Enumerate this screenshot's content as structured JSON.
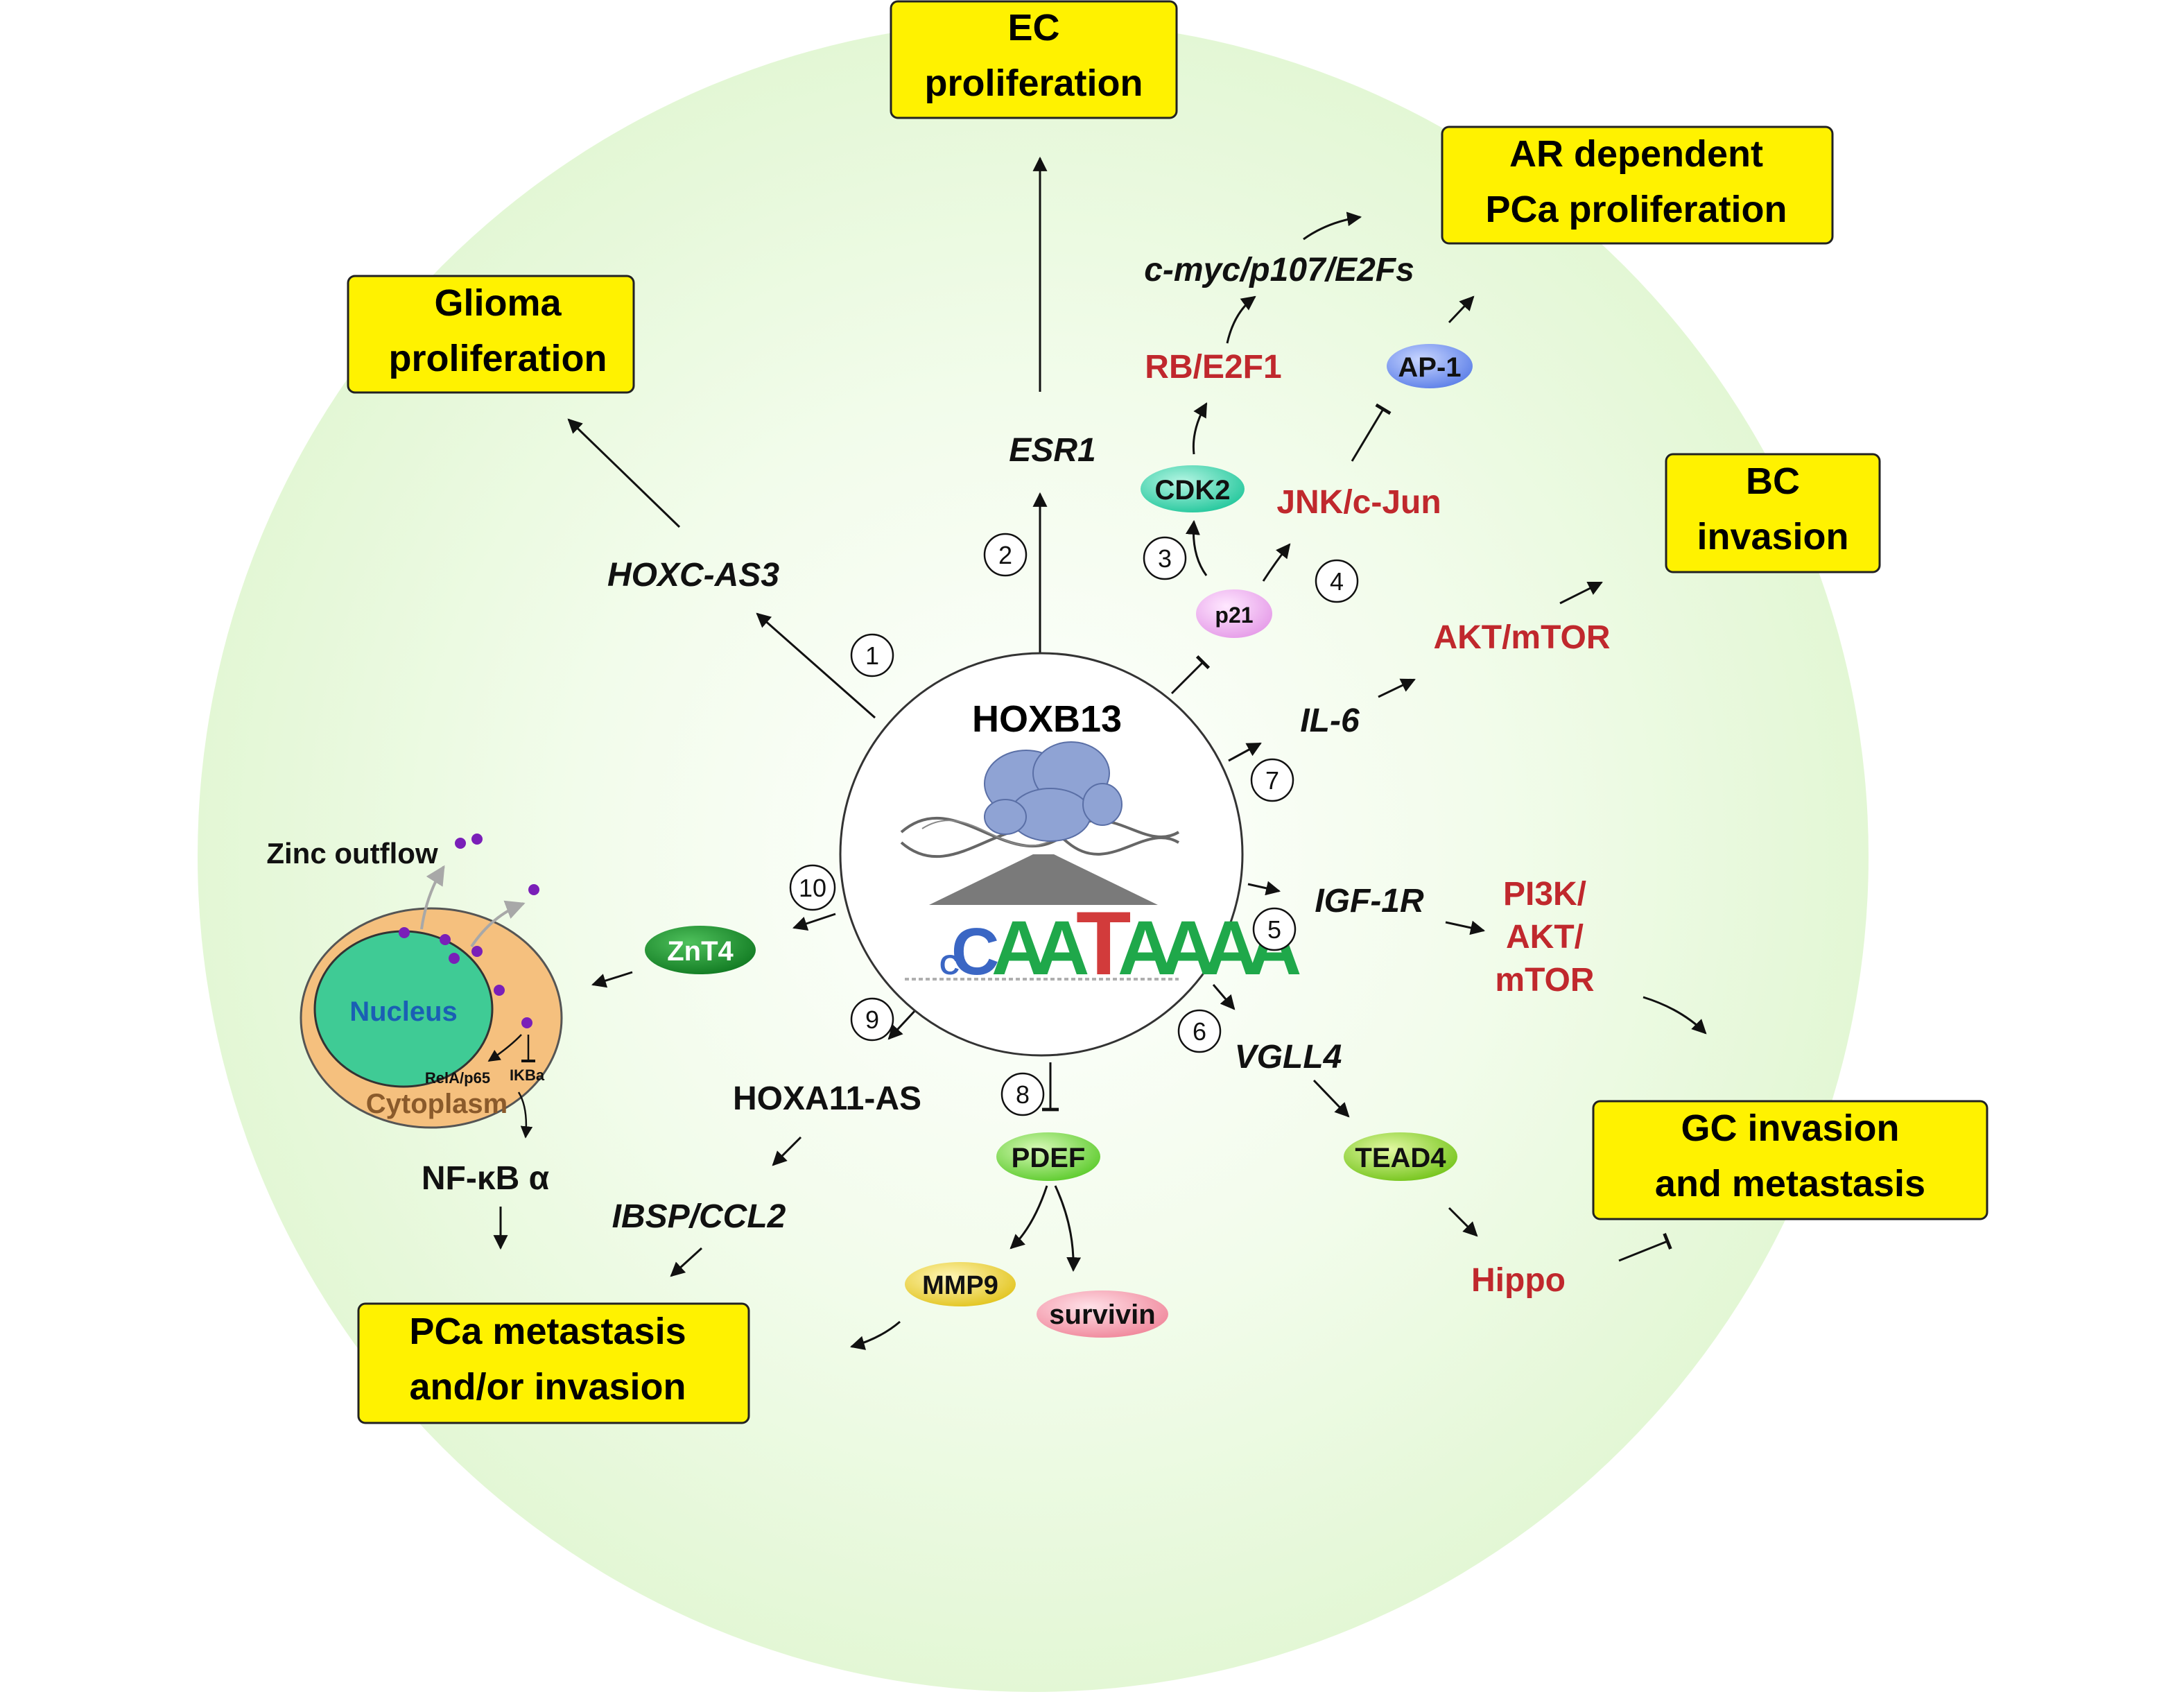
{
  "center": {
    "title": "HOXB13",
    "motif_letters": [
      "C",
      "A",
      "A",
      "T",
      "A",
      "A",
      "A",
      "A"
    ]
  },
  "pathway_numbers": [
    "1",
    "2",
    "3",
    "4",
    "5",
    "6",
    "7",
    "8",
    "9",
    "10"
  ],
  "outcomes": {
    "ec": [
      "EC",
      "proliferation"
    ],
    "ar": [
      "AR dependent",
      "PCa proliferation"
    ],
    "glioma": [
      "Glioma",
      "proliferation"
    ],
    "bc": [
      "BC",
      "invasion"
    ],
    "gc": [
      "GC invasion",
      "and metastasis"
    ],
    "pca": [
      "PCa metastasis",
      "and/or invasion"
    ]
  },
  "genes": {
    "hoxc_as3": "HOXC-AS3",
    "esr1": "ESR1",
    "cmyc": "c-myc/p107/E2Fs",
    "il6": "IL-6",
    "igf1r": "IGF-1R",
    "vgll4": "VGLL4",
    "hoxa11_as": "HOXA11-AS",
    "ibsp": "IBSP/CCL2",
    "nfkb": "NF-κB α",
    "zinc": "Zinc outflow"
  },
  "red_labels": {
    "rb": "RB/E2F1",
    "jnk": "JNK/c-Jun",
    "akt": "AKT/mTOR",
    "pi3k": [
      "PI3K/",
      "AKT/",
      "mTOR"
    ],
    "hippo": "Hippo"
  },
  "proteins": {
    "ap1": "AP-1",
    "cdk2": "CDK2",
    "p21": "p21",
    "znt4": "ZnT4",
    "pdef": "PDEF",
    "tead4": "TEAD4",
    "mmp9": "MMP9",
    "survivin": "survivin"
  },
  "cell": {
    "nucleus": "Nucleus",
    "cytoplasm": "Cytoplasm",
    "rela": "RelA/p65",
    "ikba": "IKBa"
  },
  "colors": {
    "outcome_box": "#FFF200",
    "red_text": "#C0282D",
    "background_circle": "#E6F9D9",
    "ap1": "#6C8EF0",
    "cdk2": "#3FD7B0",
    "p21": "#F3B3F3",
    "znt4": "#1C9A2E",
    "pdef": "#7BE04C",
    "tead4": "#8ED62A",
    "mmp9": "#F2D93A",
    "survivin": "#F6A0B0",
    "nucleus": "#3FCB95",
    "cytoplasm": "#F5C07E",
    "zinc_dot": "#7A1FB8"
  }
}
